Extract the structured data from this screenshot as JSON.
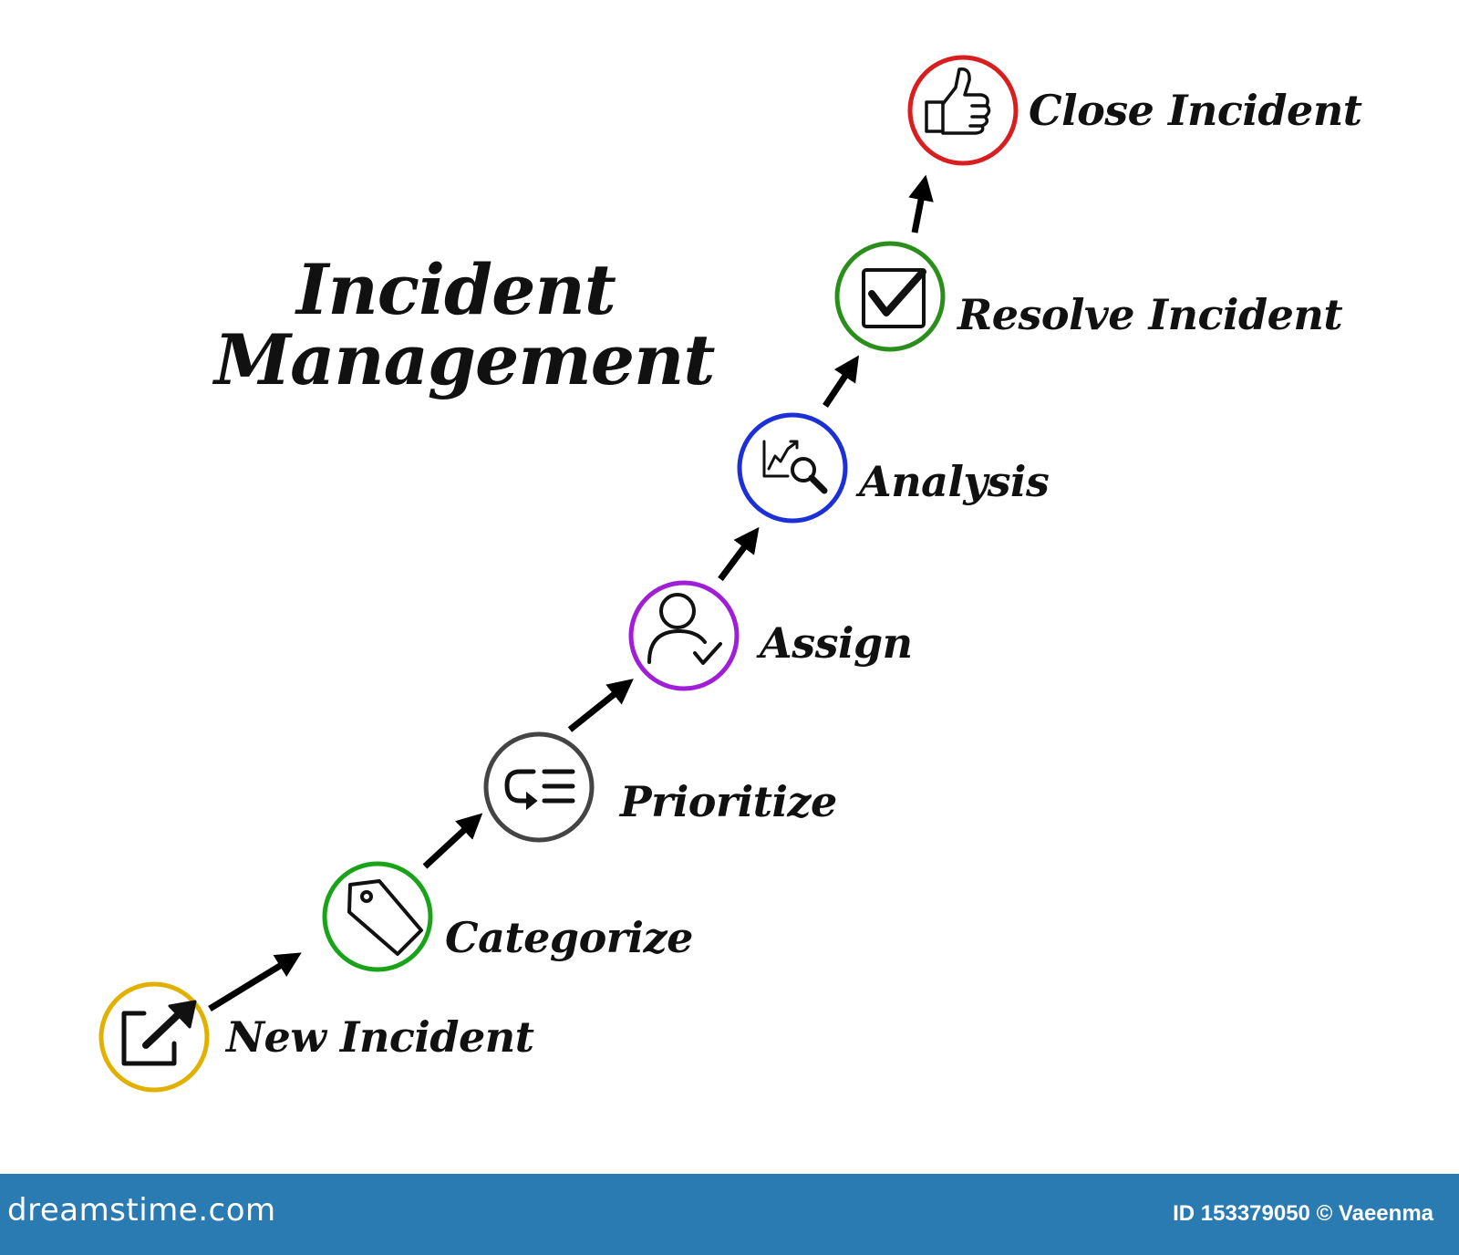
{
  "title": {
    "line1": "Incident",
    "line2": "Management"
  },
  "steps": [
    {
      "label": "New Incident",
      "icon": "share-arrow-icon",
      "color": "#e2b100"
    },
    {
      "label": "Categorize",
      "icon": "tag-icon",
      "color": "#19a319"
    },
    {
      "label": "Prioritize",
      "icon": "prioritize-list-icon",
      "color": "#444444"
    },
    {
      "label": "Assign",
      "icon": "user-check-icon",
      "color": "#a01ed8"
    },
    {
      "label": "Analysis",
      "icon": "chart-magnifier-icon",
      "color": "#1c30d8"
    },
    {
      "label": "Resolve Incident",
      "icon": "checkbox-icon",
      "color": "#2a8f1a"
    },
    {
      "label": "Close Incident",
      "icon": "thumbs-up-icon",
      "color": "#d81e1e"
    }
  ],
  "footer": {
    "logo": "dreamstime.com",
    "id_text": "ID 153379050 © Vaeenma",
    "background": "#2b7bb3"
  }
}
